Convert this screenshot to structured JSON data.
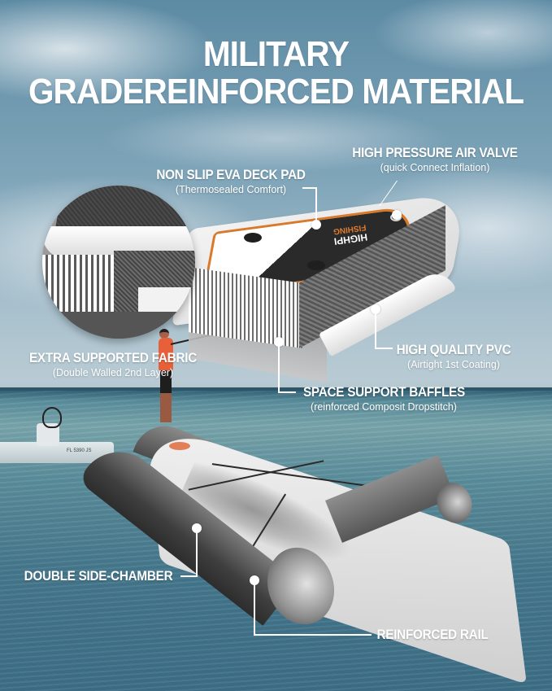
{
  "title": {
    "line1": "MILITARY",
    "line2": "GRADEREINFORCED MATERIAL"
  },
  "callouts": [
    {
      "id": "air-valve",
      "heading": "HIGH PRESSURE AIR VALVE",
      "subtitle": "(quick Connect Inflation)"
    },
    {
      "id": "deck-pad",
      "heading": "NON SLIP EVA DECK PAD",
      "subtitle": "(Thermosealed Comfort)"
    },
    {
      "id": "fabric",
      "heading": "EXTRA SUPPORTED FABRIC",
      "subtitle": "(Double Walled 2nd Layer)"
    },
    {
      "id": "pvc",
      "heading": "HIGH QUALITY PVC",
      "subtitle": "(Airtight 1st Coating)"
    },
    {
      "id": "baffles",
      "heading": "SPACE SUPPORT BAFFLES",
      "subtitle": "(reinforced Composit Dropstitch)"
    },
    {
      "id": "side-chamber",
      "heading": "DOUBLE SIDE-CHAMBER",
      "subtitle": ""
    },
    {
      "id": "rail",
      "heading": "REINFORCED RAIL",
      "subtitle": ""
    }
  ],
  "board": {
    "brand_line1": "HIGHPI",
    "brand_line2": "FISHING"
  },
  "boat": {
    "hull_text": "FL 5390 JS"
  },
  "colors": {
    "accent_orange": "#d97a2b",
    "label_white": "#ffffff",
    "sky_blue": "#5d8ba4",
    "sea_teal": "#46788d"
  }
}
